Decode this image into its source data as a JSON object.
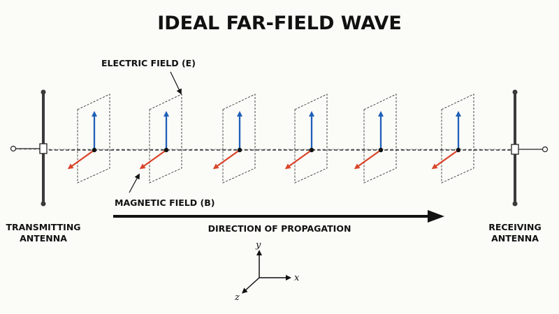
{
  "title": "IDEAL FAR-FIELD WAVE",
  "labels": {
    "electric_field": "ELECTRIC FIELD (E)",
    "magnetic_field": "MAGNETIC FIELD (B)",
    "direction": "DIRECTION OF PROPAGATION",
    "transmitter_line1": "TRANSMITTING",
    "transmitter_line2": "ANTENNA",
    "receiver_line1": "RECEIVING",
    "receiver_line2": "ANTENNA"
  },
  "axes": {
    "x": "x",
    "y": "y",
    "z": "z"
  },
  "wavefront_count": 6,
  "colors": {
    "electric": "#1f5fb8",
    "magnetic": "#d9452a",
    "ink": "#111111",
    "antenna": "#3a3a3a"
  }
}
